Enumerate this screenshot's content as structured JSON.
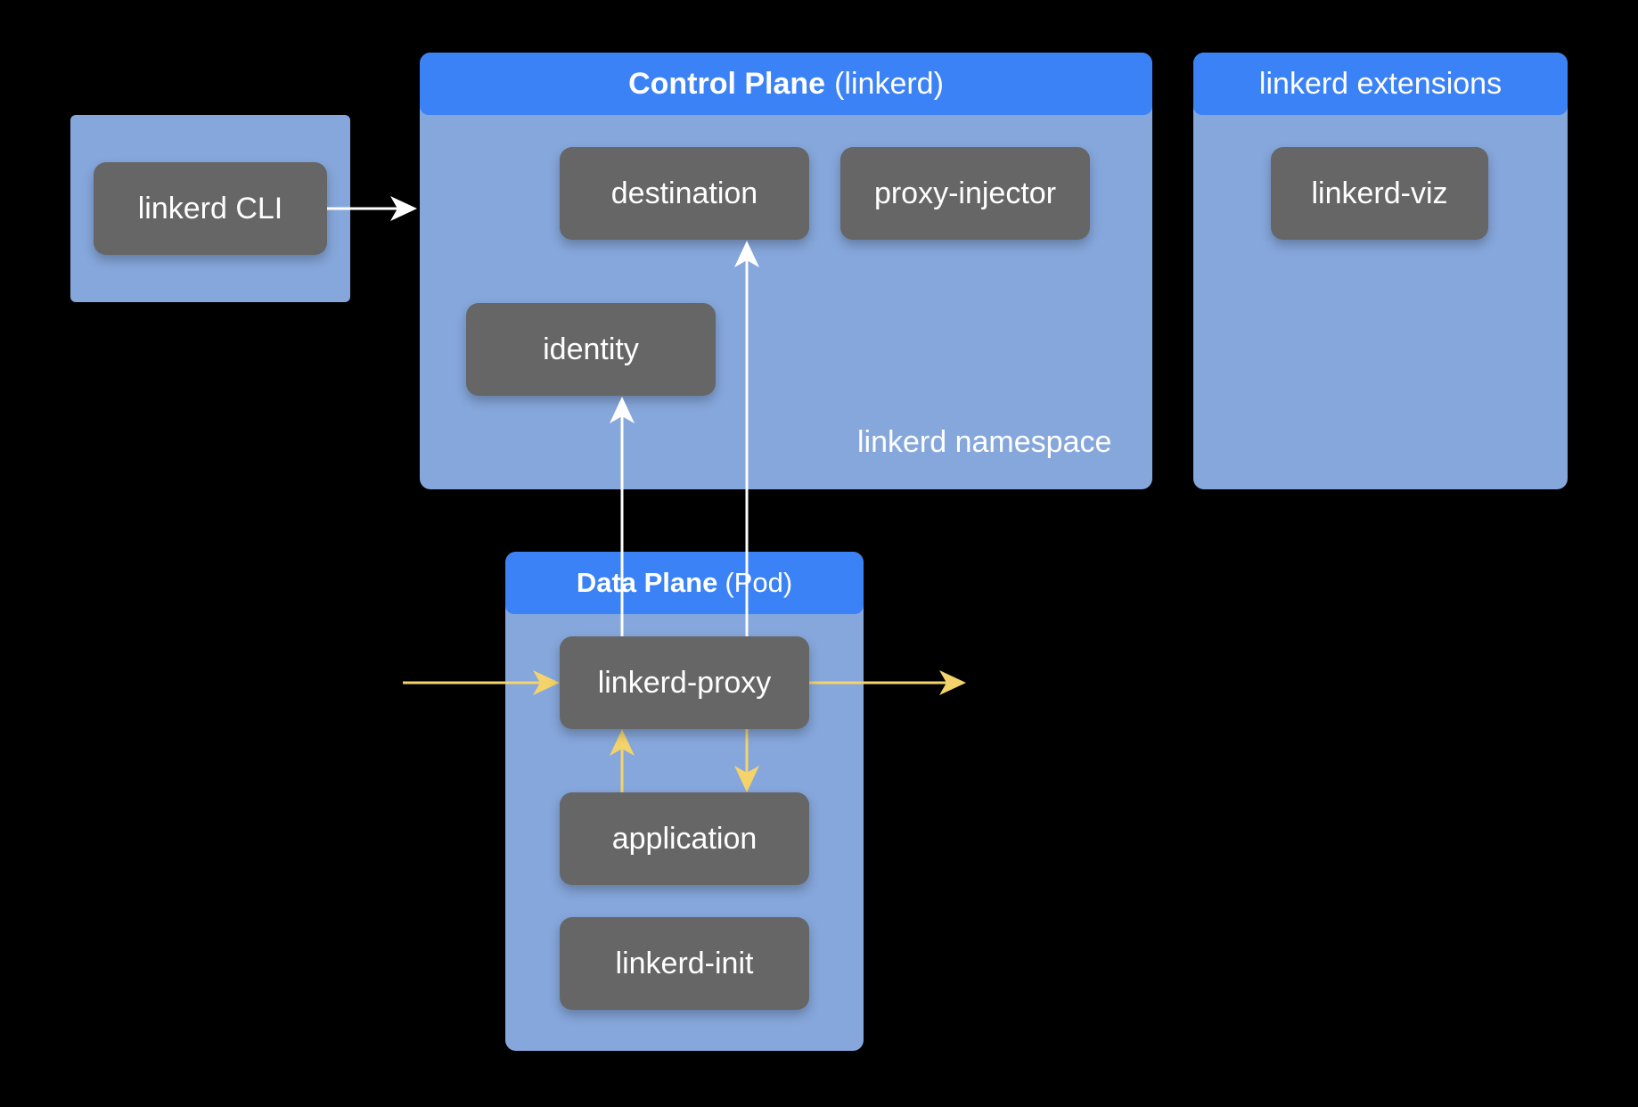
{
  "cli_box": {
    "node_label": "linkerd CLI"
  },
  "control_plane": {
    "title_bold": "Control Plane",
    "title_rest": "(linkerd)",
    "nodes": {
      "destination": "destination",
      "proxy_injector": "proxy-injector",
      "identity": "identity"
    },
    "namespace_label": "linkerd namespace"
  },
  "extensions": {
    "title": "linkerd extensions",
    "nodes": {
      "viz": "linkerd-viz"
    }
  },
  "data_plane": {
    "title_bold": "Data Plane",
    "title_rest": "(Pod)",
    "nodes": {
      "proxy": "linkerd-proxy",
      "application": "application",
      "init": "linkerd-init"
    }
  },
  "colors": {
    "background": "#000000",
    "panel": "#86a7dc",
    "panel_header": "#3b82f6",
    "node": "#666666",
    "control_arrow": "#ffffff",
    "traffic_arrow": "#f5d36b"
  }
}
